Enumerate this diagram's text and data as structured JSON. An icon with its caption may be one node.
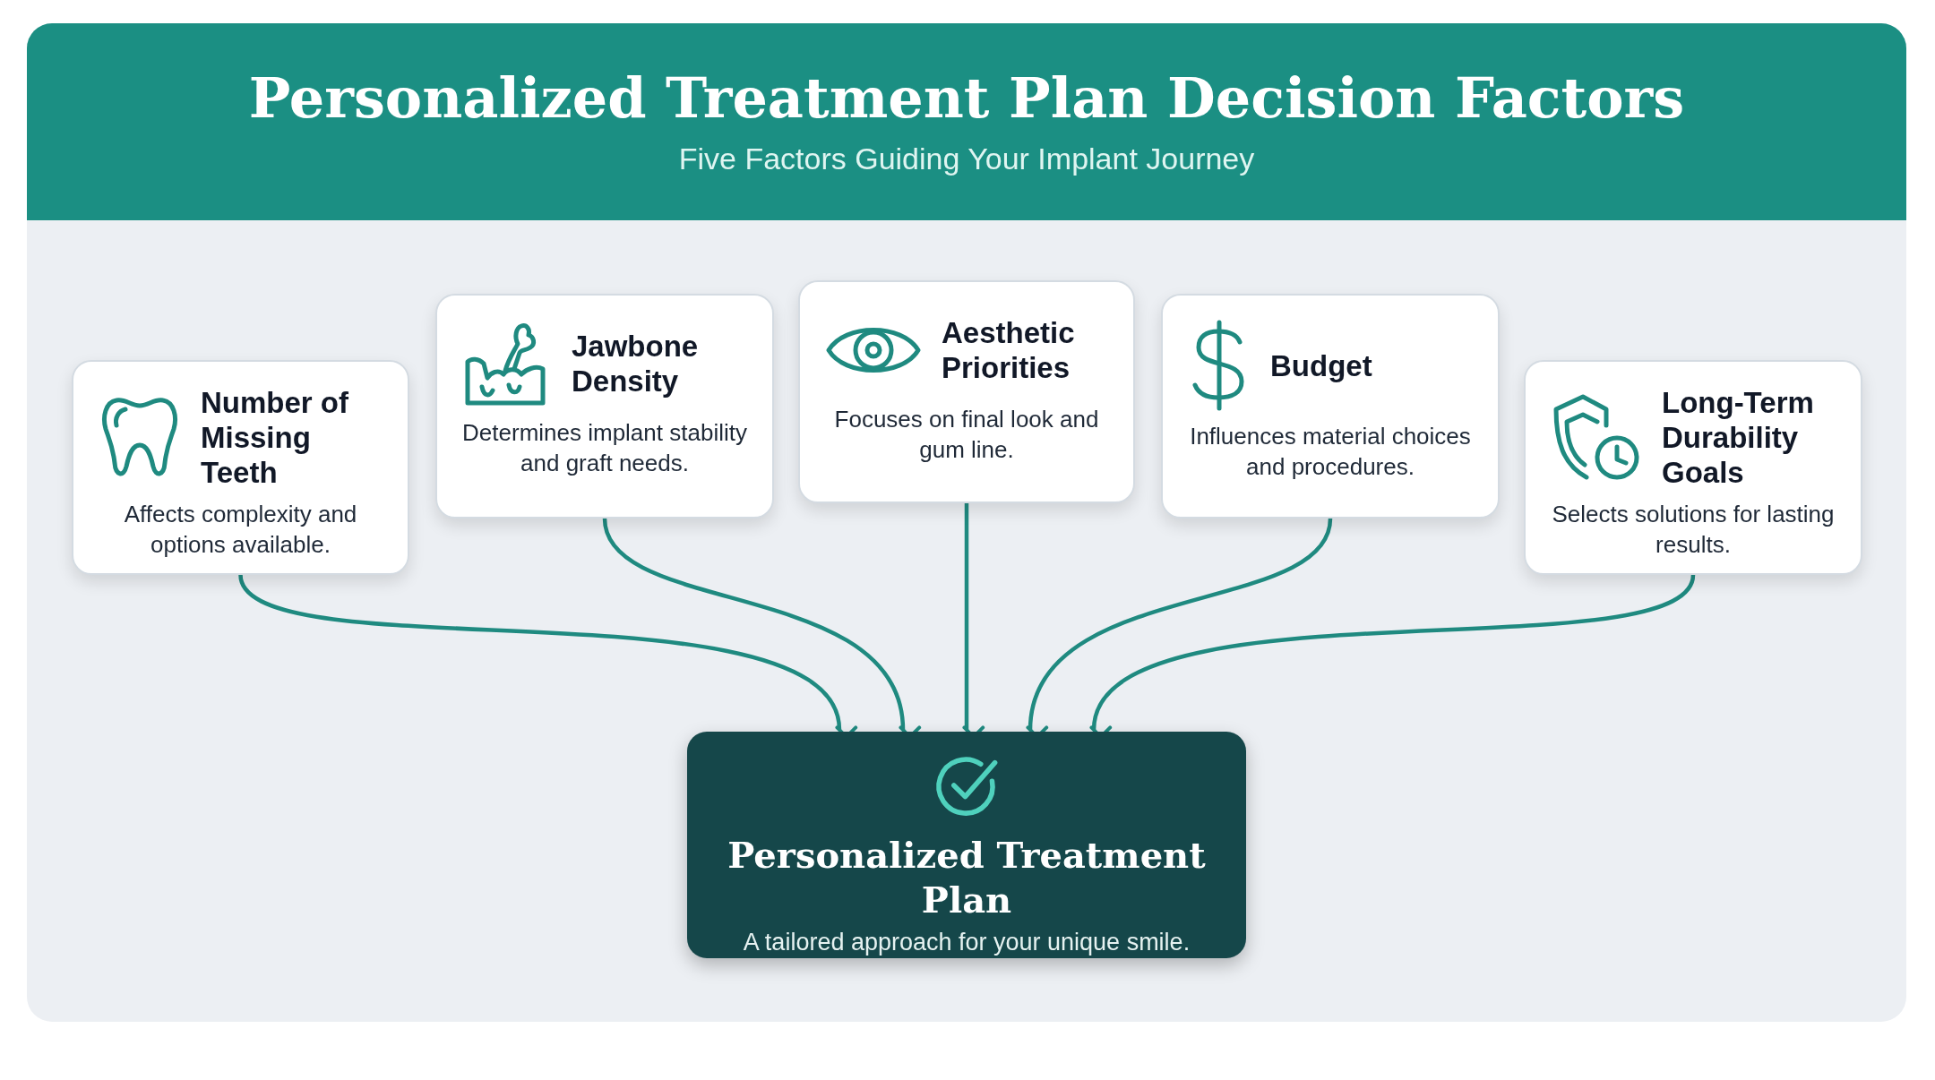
{
  "diagram": {
    "title": "Personalized Treatment Plan Decision Factors",
    "nodes": [
      {
        "text": [
          "Number of Missing Teeth",
          "Affects complexity and options available."
        ]
      },
      {
        "text": [
          "Jawbone Density",
          "Determines implant stability and graft needs."
        ]
      },
      {
        "text": [
          "Aesthetic Priorities",
          "Focuses on final look and gum line."
        ]
      },
      {
        "text": [
          "Budget",
          "Influences material choices and procedures."
        ]
      },
      {
        "text": [
          "Long-Term Durability Goals",
          "Selects solutions for lasting results."
        ]
      },
      {
        "text": [
          "Personalized Treatment Plan",
          "A tailored approach for your unique smile."
        ]
      }
    ],
    "edges": [
      {
        "from": 0,
        "to": 5,
        "arrow": "to"
      },
      {
        "from": 1,
        "to": 5,
        "arrow": "to"
      },
      {
        "from": 2,
        "to": 5,
        "arrow": "to"
      },
      {
        "from": 3,
        "to": 5,
        "arrow": "to"
      },
      {
        "from": 4,
        "to": 5,
        "arrow": "to"
      }
    ],
    "labels": [
      "Five Factors Guiding Your Implant Journey"
    ]
  }
}
